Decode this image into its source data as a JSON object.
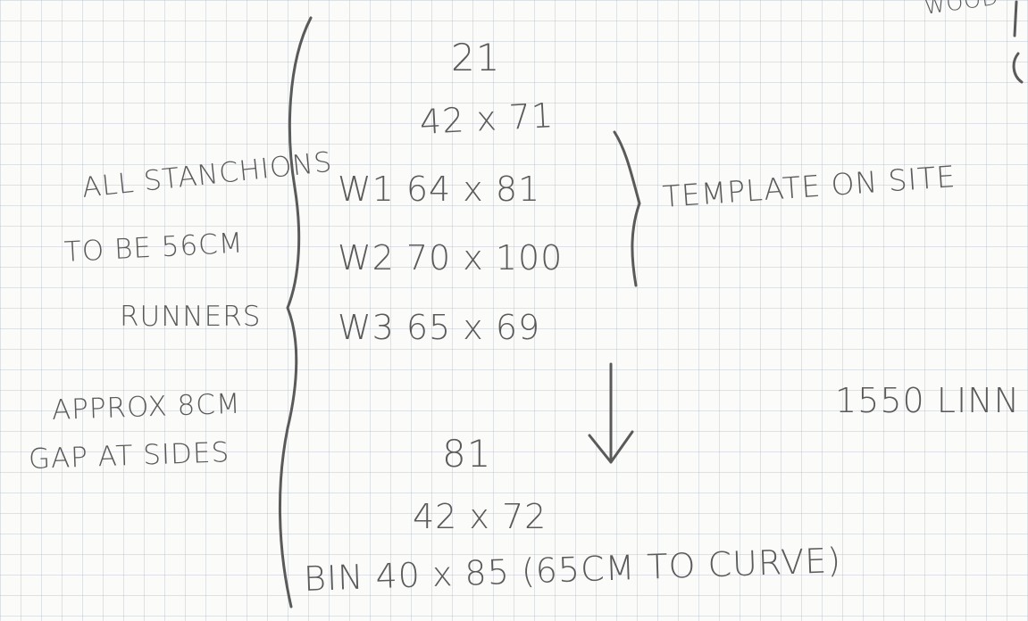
{
  "notes": {
    "corner_top": "WOOD",
    "left_column": [
      "ALL STANCHIONS",
      "TO BE 56CM",
      "RUNNERS",
      "APPROX 8CM",
      "GAP AT SIDES"
    ],
    "group_top": {
      "heading": "21",
      "rows": [
        "42 x 71",
        "W1 64 x 81",
        "W2 70 x 100",
        "W3 65 x 69"
      ]
    },
    "bracket_note": "TEMPLATE ON SITE",
    "right_note": "1550 LINN",
    "group_bottom": {
      "heading": "81",
      "rows": [
        "42 x 72",
        "BIN 40 x 85 (65CM TO CURVE)"
      ]
    }
  }
}
